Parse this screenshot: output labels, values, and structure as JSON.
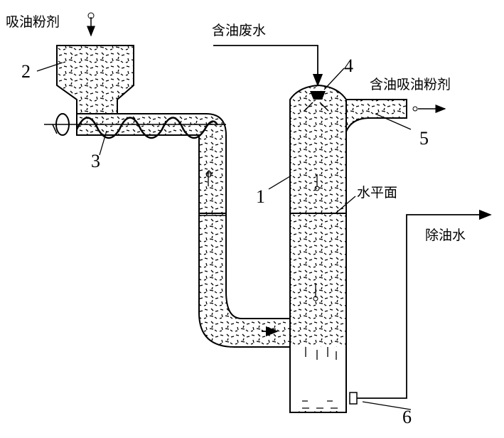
{
  "labels": {
    "adsorbent_in": "吸油粉剂",
    "oily_water": "含油废水",
    "oily_adsorbent": "含油吸油粉剂",
    "water_level": "水平面",
    "deoiled_water": "除油水"
  },
  "numbers": {
    "n1": "1",
    "n2": "2",
    "n3": "3",
    "n4": "4",
    "n5": "5",
    "n6": "6"
  },
  "colors": {
    "line": "#000000",
    "background": "#ffffff"
  }
}
